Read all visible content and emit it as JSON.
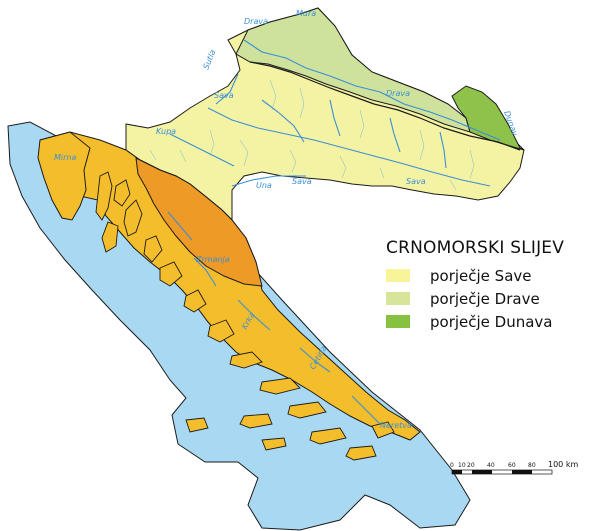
{
  "colors": {
    "sea": "#a9d9f2",
    "sava": "#f4f3a3",
    "drava": "#cfe29c",
    "dunav": "#8fc24a",
    "adriatic_zone_1": "#f4bd2c",
    "adriatic_zone_2": "#ee9a26",
    "river": "#3a8fd6",
    "border": "#1b1b1b"
  },
  "legend": {
    "title": "CRNOMORSKI SLIJEV",
    "items": [
      {
        "label": "porječje Save",
        "color": "#f7f49a"
      },
      {
        "label": "porječje Drave",
        "color": "#d6e59a"
      },
      {
        "label": "porječje Dunava",
        "color": "#86c23f"
      }
    ]
  },
  "rivers": {
    "drava_top": "Drava",
    "mura": "Mura",
    "sutla": "Sutla",
    "sava_upper": "Sava",
    "kupa": "Kupa",
    "una": "Una",
    "sava_mid": "Sava",
    "sava_lower": "Sava",
    "drava_east": "Drava",
    "dunav": "Dunav",
    "mreznica": "Mirna",
    "krka": "Krka",
    "cetina": "Cetina",
    "neretva": "Neretva",
    "zrmanja": "Zrmanja"
  },
  "scale": {
    "ticks": [
      "0",
      "10",
      "20",
      "40",
      "60",
      "80",
      "100 km"
    ]
  }
}
